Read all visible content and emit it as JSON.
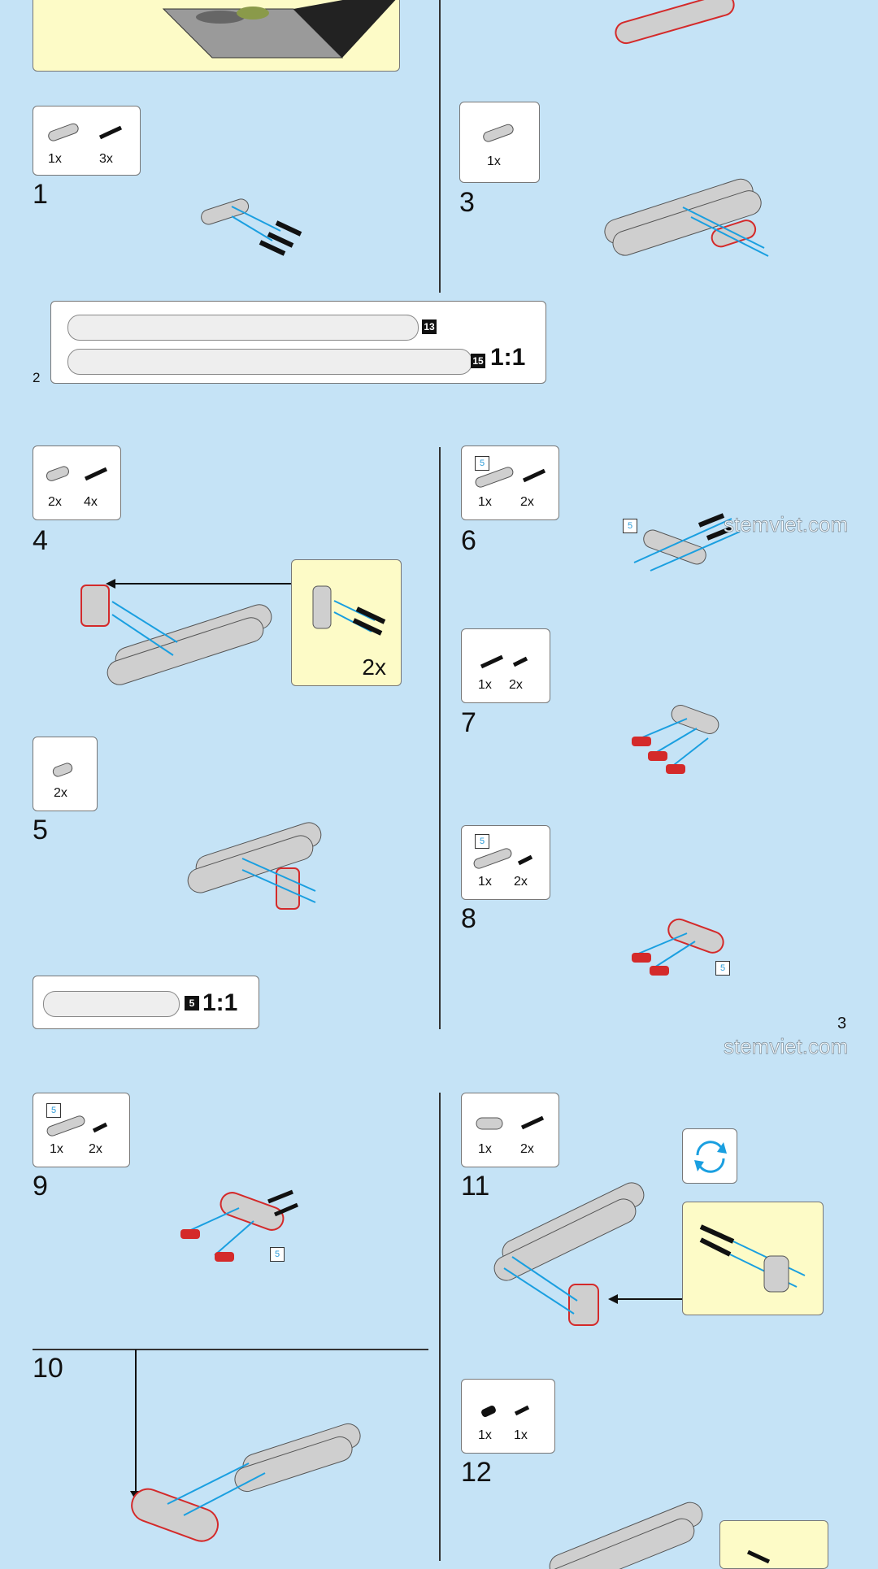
{
  "page_number": "3",
  "watermark": "stemviet.com",
  "callout_inset_qty": "2x",
  "steps": [
    {
      "number": "1",
      "parts": [
        "1x",
        "3x"
      ]
    },
    {
      "number": "3",
      "parts": [
        "1x"
      ]
    },
    {
      "number": "4",
      "parts": [
        "2x",
        "4x"
      ]
    },
    {
      "number": "5",
      "parts": [
        "2x"
      ]
    },
    {
      "number": "6",
      "parts": [
        "1x",
        "2x"
      ],
      "badge": "5"
    },
    {
      "number": "7",
      "parts": [
        "1x",
        "2x"
      ]
    },
    {
      "number": "8",
      "parts": [
        "1x",
        "2x"
      ],
      "badge": "5"
    },
    {
      "number": "9",
      "parts": [
        "1x",
        "2x"
      ],
      "badge": "5"
    },
    {
      "number": "10"
    },
    {
      "number": "11",
      "parts": [
        "1x",
        "2x"
      ]
    },
    {
      "number": "12",
      "parts": [
        "1x",
        "1x"
      ]
    }
  ],
  "ruler_step2": {
    "sub": "2",
    "beam_a": "13",
    "beam_b": "15",
    "scale": "1:1"
  },
  "ruler_bottom": {
    "beam": "5",
    "scale": "1:1"
  },
  "length_badge": "5",
  "colors": {
    "page_bg": "#c5e3f6",
    "callout_bg": "#fdfbc7",
    "arrow_blue": "#1a9fe0",
    "highlight_red": "#d42a2a",
    "part_grey": "#cfcfcf"
  }
}
